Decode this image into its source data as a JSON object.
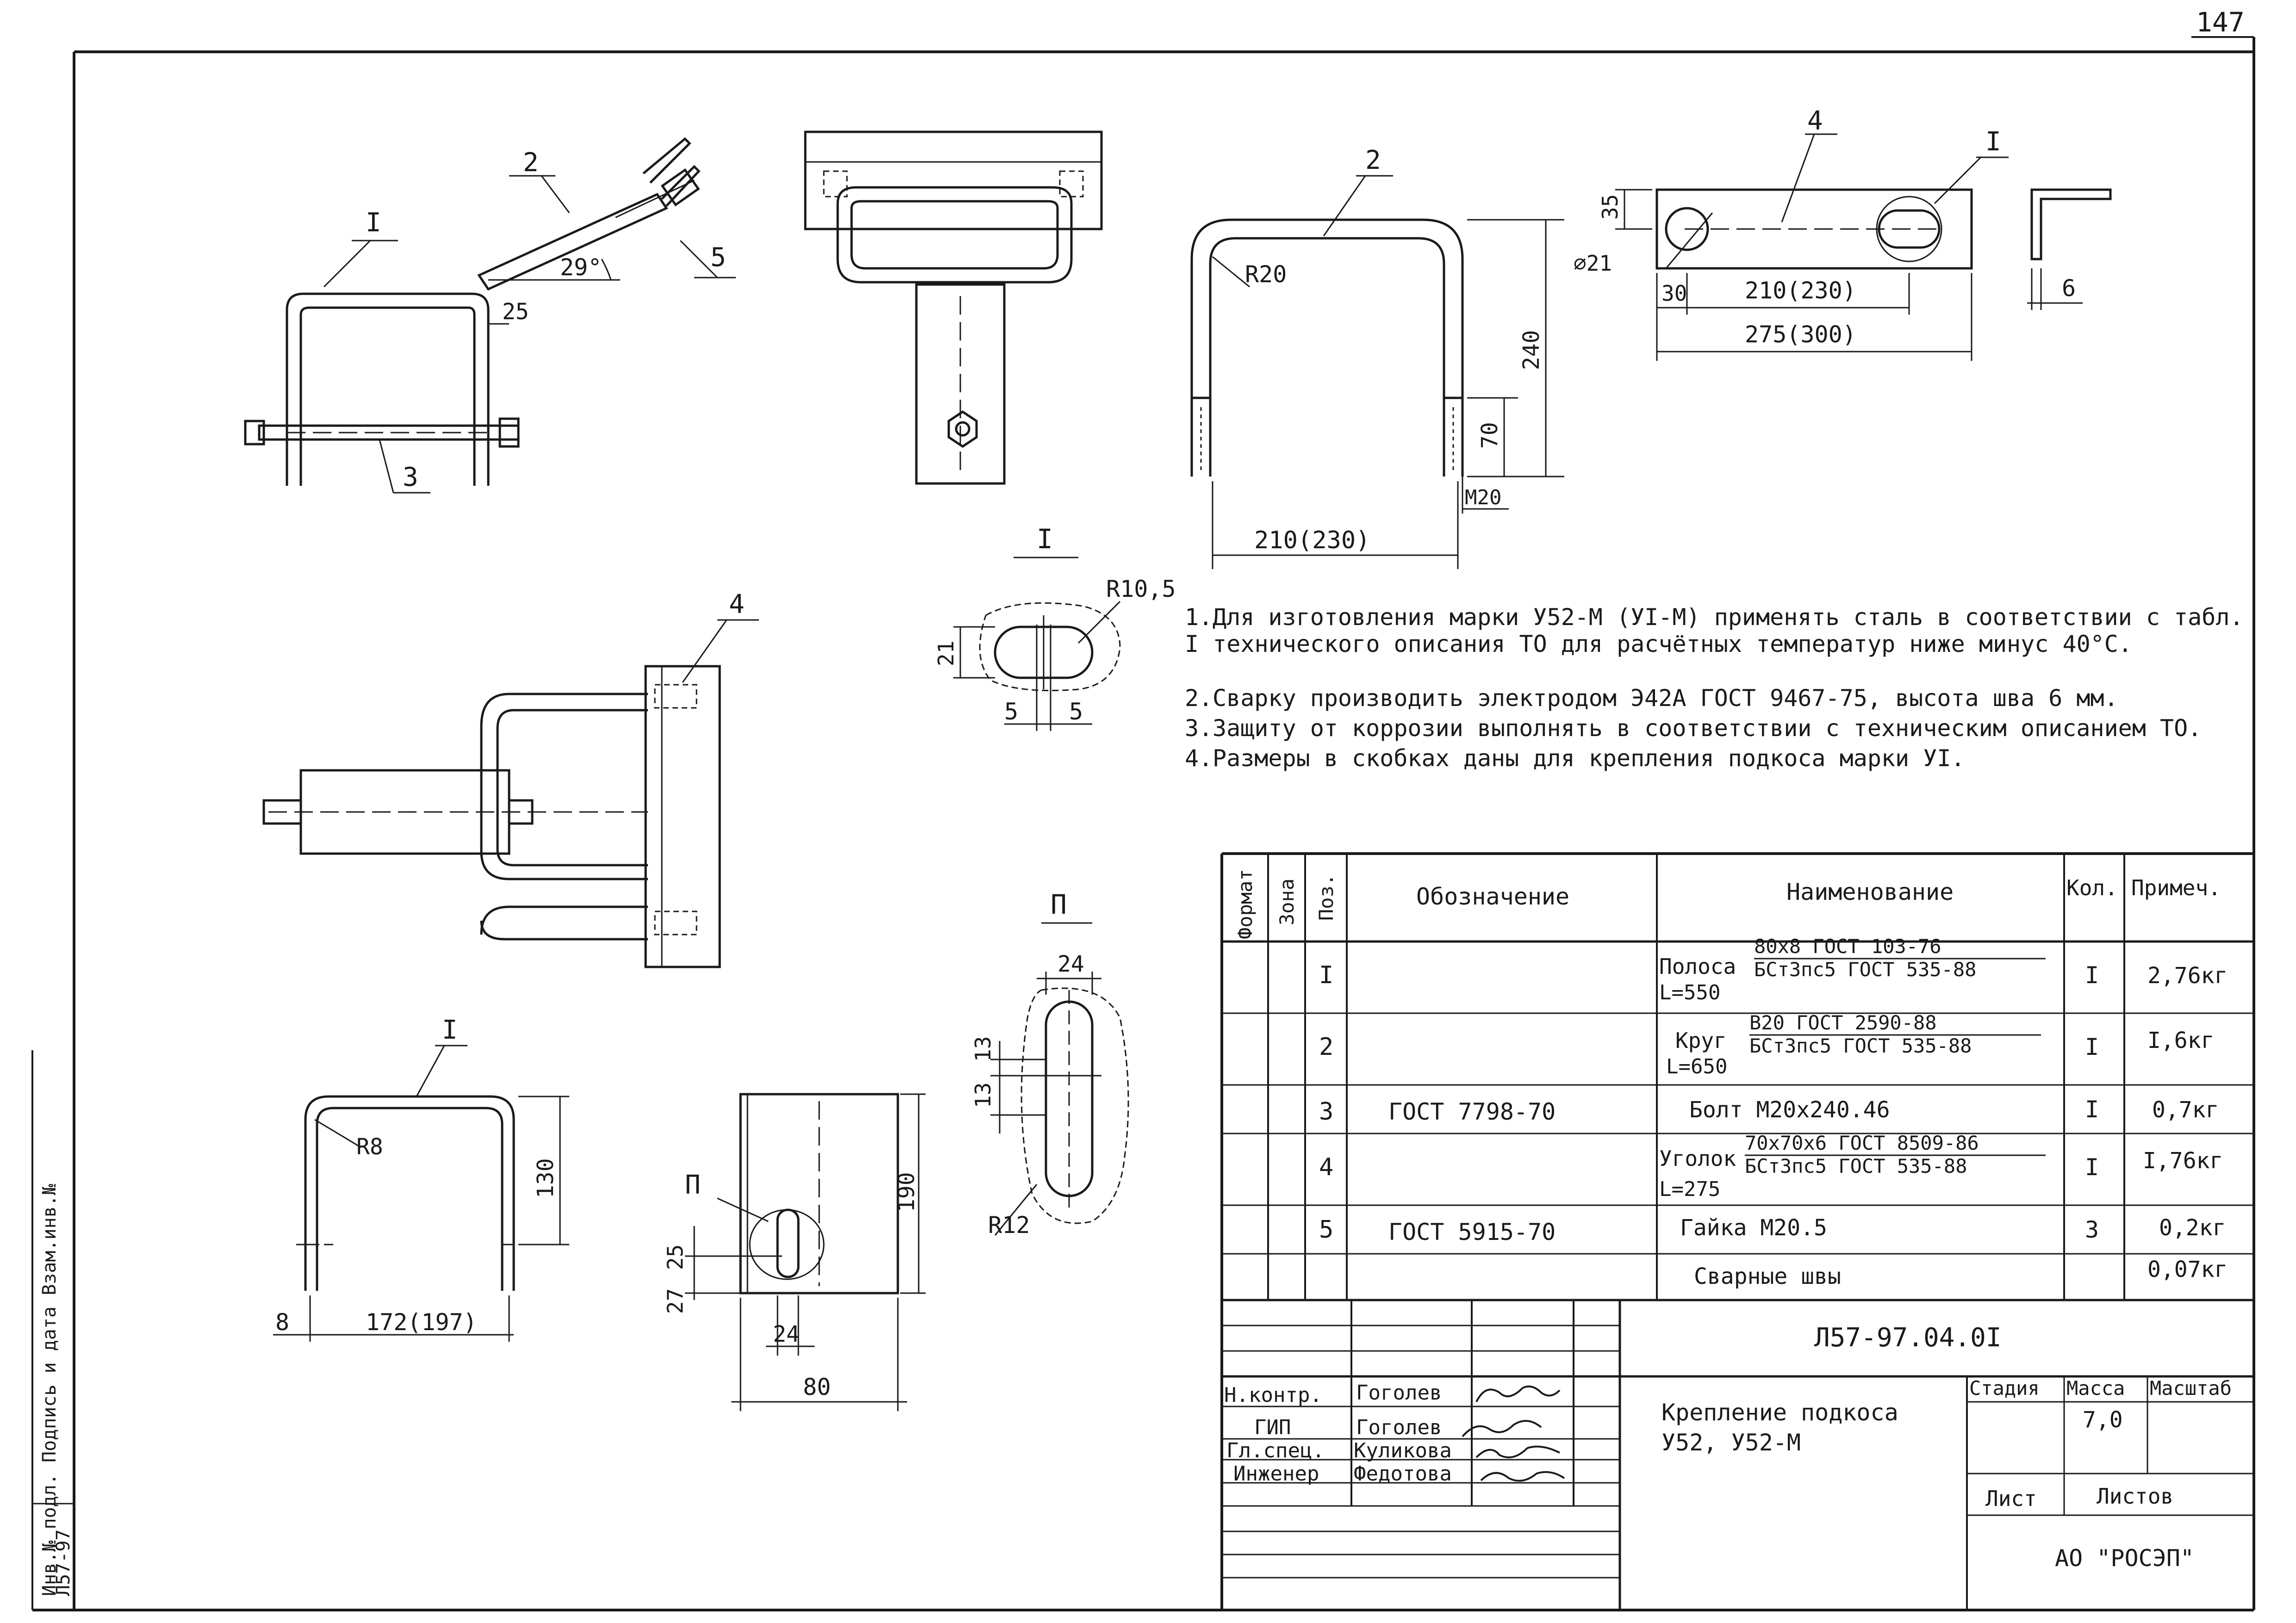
{
  "sheet": {
    "page_number": "147"
  },
  "views": {
    "assembly": {
      "callouts": [
        "I",
        "2",
        "3",
        "5"
      ],
      "angle": "29°",
      "dim_25": "25"
    },
    "plan": {
      "callout": "4"
    },
    "u_bolt_2": {
      "callout": "2",
      "radius": "R20",
      "height": "240",
      "thread_len": "70",
      "thread": "M20",
      "width": "210(230)"
    },
    "plate_4": {
      "callout_part": "4",
      "callout_detail": "I",
      "dim_35": "35",
      "hole": "⌀21",
      "dim_30": "30",
      "hole_spacing": "210(230)",
      "length": "275(300)"
    },
    "angle_side": {
      "dim": "6"
    },
    "detail_I": {
      "title": "I",
      "radius": "R10,5",
      "height": "21",
      "dim_a": "5",
      "dim_b": "5"
    },
    "detail_II": {
      "title": "П",
      "width": "24",
      "dim_a": "13",
      "dim_b": "13",
      "radius": "R12"
    },
    "part_1": {
      "callout": "I",
      "radius": "R8",
      "height": "130",
      "leg": "8",
      "width": "172(197)"
    },
    "angle_front": {
      "callout": "П",
      "dim_25": "25",
      "dim_27": "27",
      "height": "190",
      "dim_24": "24",
      "width": "80"
    }
  },
  "notes": [
    {
      "num": "1.",
      "text": "Для изготовления марки У52-М (УI-М) применять сталь в соответствии с табл. I технического описания ТО для расчётных температур ниже минус 40°С."
    },
    {
      "num": "2.",
      "text": "Сварку производить электродом Э42А ГОСТ 9467-75, высота шва 6 мм."
    },
    {
      "num": "3.",
      "text": "Защиту от коррозии выполнять в соответствии с техническим описанием ТО."
    },
    {
      "num": "4.",
      "text": "Размеры в скобках даны для крепления подкоса марки УI."
    }
  ],
  "spec_table": {
    "headers": {
      "format": "Формат",
      "zone": "Зона",
      "pos": "Поз.",
      "designation": "Обозначение",
      "name": "Наименование",
      "qty": "Кол.",
      "note": "Примеч."
    },
    "rows": [
      {
        "pos": "I",
        "designation": "",
        "name": "Полоса",
        "name_top": "80х8 ГОСТ 103-76",
        "name_bottom": "БСт3пс5 ГОСТ 535-88",
        "length": "L=550",
        "qty": "I",
        "note": "2,76кг"
      },
      {
        "pos": "2",
        "designation": "",
        "name": "Круг",
        "name_top": "В20 ГОСТ 2590-88",
        "name_bottom": "БСт3пс5 ГОСТ 535-88",
        "length": "L=650",
        "qty": "I",
        "note": "I,6кг"
      },
      {
        "pos": "3",
        "designation": "ГОСТ 7798-70",
        "name": "Болт М20х240.46",
        "qty": "I",
        "note": "0,7кг"
      },
      {
        "pos": "4",
        "designation": "",
        "name": "Уголок",
        "name_top": "70х70х6 ГОСТ 8509-86",
        "name_bottom": "БСт3пс5 ГОСТ 535-88",
        "length": "L=275",
        "qty": "I",
        "note": "I,76кг"
      },
      {
        "pos": "5",
        "designation": "ГОСТ 5915-70",
        "name": "Гайка М20.5",
        "qty": "3",
        "note": "0,2кг"
      },
      {
        "pos": "",
        "designation": "",
        "name": "Сварные швы",
        "qty": "",
        "note": "0,07кг"
      }
    ]
  },
  "title_block": {
    "code": "Л57-97.04.0I",
    "title_line1": "Крепление подкоса",
    "title_line2": "У52, У52-М",
    "stage_label": "Стадия",
    "mass_label": "Масса",
    "scale_label": "Масштаб",
    "mass_value": "7,0",
    "sheet_label": "Лист",
    "sheets_label": "Листов",
    "organization": "АО \"РОСЭП\"",
    "signers": [
      {
        "role": "Н.контр.",
        "name": "Гоголев"
      },
      {
        "role": "ГИП",
        "name": "Гоголев"
      },
      {
        "role": "Гл.спец.",
        "name": "Куликова"
      },
      {
        "role": "Инженер",
        "name": "Федотова"
      }
    ]
  },
  "margin_stamp": {
    "text": "Инв.№ подл. Подпись и дата Взам.инв.№",
    "code": "Л57-97"
  }
}
